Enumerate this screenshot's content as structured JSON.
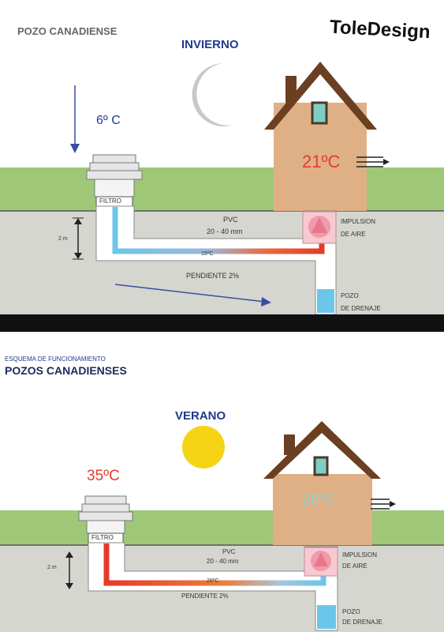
{
  "winter": {
    "title": "POZO CANADIENSE",
    "brand": "ToleDesign",
    "season": "INVIERNO",
    "outside_temp": "6º C",
    "house_temp": "21ºC",
    "filter_label": "FILTRO",
    "depth_label": "2 m",
    "pipe_label": "PVC",
    "pipe_size": "20 - 40 mm",
    "pipe_temp": "15ºC",
    "slope_label": "PENDIENTE 2%",
    "impulsion_label_1": "IMPULSION",
    "impulsion_label_2": "DE AIRE",
    "drain_label_1": "POZO",
    "drain_label_2": "DE DRENAJE"
  },
  "summer": {
    "kicker": "ESQUEMA DE FUNCIONAMIENTO",
    "title": "POZOS CANADIENSES",
    "season": "VERANO",
    "outside_temp": "35ºC",
    "house_temp": "26ºC",
    "filter_label": "FILTRO",
    "depth_label": "2 m",
    "pipe_label": "PVC",
    "pipe_size": "20 - 40 mm",
    "pipe_temp": "26ºC",
    "slope_label": "PENDIENTE 2%",
    "impulsion_label_1": "IMPULSION",
    "impulsion_label_2": "DE AIRE",
    "drain_label_1": "POZO",
    "drain_label_2": "DE DRENAJE"
  },
  "colors": {
    "grass": "#9ec878",
    "soil": "#d6d6d0",
    "ground_line": "#555555",
    "house_wall": "#dfb086",
    "roof": "#6b3f22",
    "window": "#7ecfc3",
    "winter_title": "#1f3a8a",
    "hot": "#e53b2a",
    "cold": "#6cc6ea",
    "sun": "#f5d416",
    "moon": "#c8c8c8"
  }
}
